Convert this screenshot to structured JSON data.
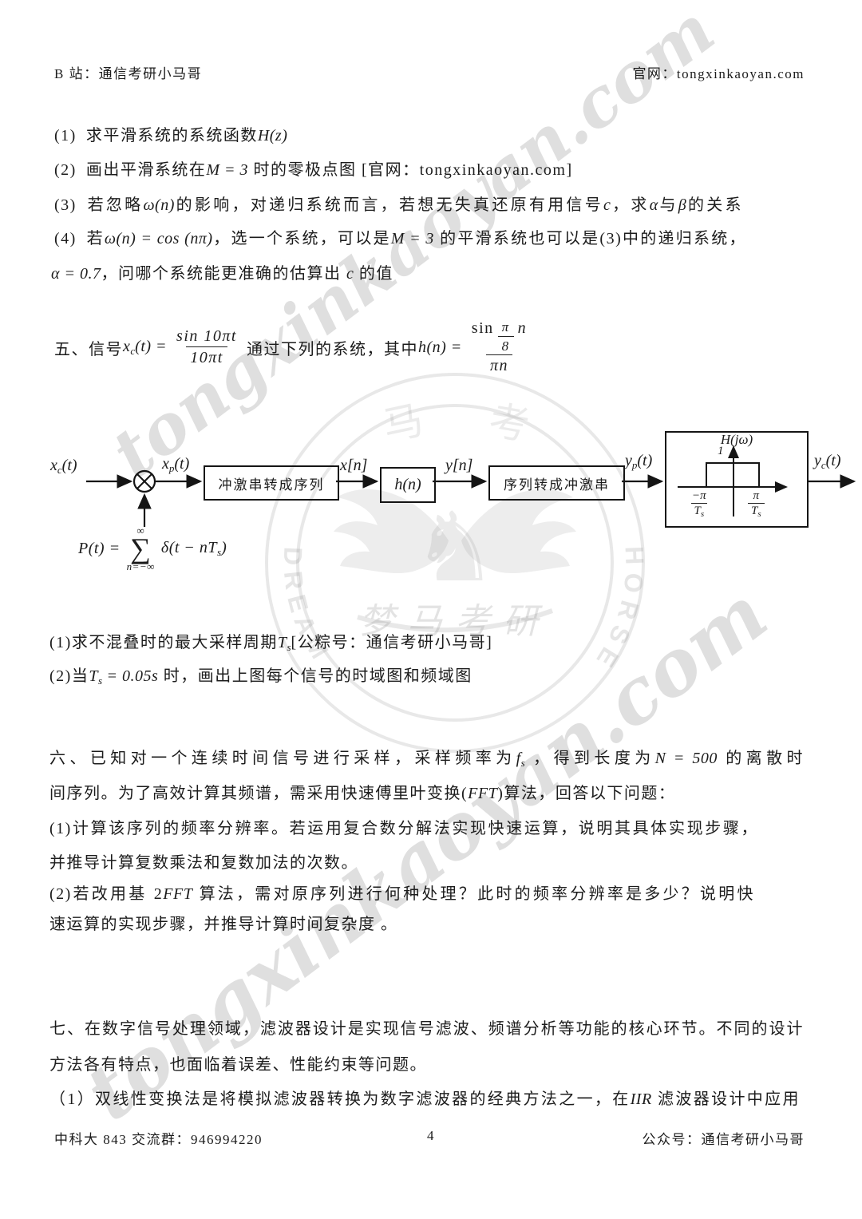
{
  "header": {
    "left": "B 站：通信考研小马哥",
    "right": "官网：tongxinkaoyan.com"
  },
  "watermark": {
    "text": "tongxinkaoyan.com",
    "ring_left": "D R E A M",
    "ring_right": "H O R S E",
    "char1": "马",
    "char2": "考",
    "script": "梦马考研",
    "color": "#d9d9d9"
  },
  "items": {
    "i1": {
      "num": "(1)",
      "a": "求平滑系统的系统函数",
      "m": "H(z)"
    },
    "i2": {
      "num": "(2)",
      "a": "画出平滑系统在",
      "m": "M = 3",
      "b": " 时的零极点图 [官网：tongxinkaoyan.com]"
    },
    "i3": {
      "num": "(3)",
      "a": "若忽略",
      "m1": "ω(n)",
      "b": "的影响，对递归系统而言，若想无失真还原有用信号",
      "m2": "c",
      "c": "，求",
      "m3": "α",
      "d": "与",
      "m4": "β",
      "e": "的关系"
    },
    "i4": {
      "num": "(4)",
      "a": "若",
      "m1": "ω(n) = cos (nπ)",
      "b": "，选一个系统，可以是",
      "m2": "M = 3",
      "c": " 的平滑系统也可以是(3)中的递归系统，"
    },
    "i4b": {
      "m1": "α = 0.7",
      "a": "，问哪个系统能更准确的估算出 ",
      "m2": "c",
      "b": " 的值"
    }
  },
  "s5": {
    "lead": "五、信号",
    "x": "x",
    "xsub": "c",
    "xrest": "(t) =",
    "f1num": "sin 10πt",
    "f1den": "10πt",
    "mid": "通过下列的系统，其中",
    "h": "h(n) =",
    "f2sin": "sin",
    "f2num": "π",
    "f2den": "8",
    "f2n": "n",
    "f2den2": "πn"
  },
  "diagram": {
    "xc": {
      "base": "x",
      "sub": "c",
      "rest": "(t)"
    },
    "xp": {
      "base": "x",
      "sub": "p",
      "rest": "(t)"
    },
    "xn": "x[n]",
    "yn": "y[n]",
    "yp": {
      "base": "y",
      "sub": "p",
      "rest": "(t)"
    },
    "yc": {
      "base": "y",
      "sub": "c",
      "rest": "(t)"
    },
    "box1": "冲激串转成序列",
    "box2": "h(n)",
    "box3": "序列转成冲激串",
    "pt": {
      "lhs": "P(t) =",
      "inf": "∞",
      "sigma": "∑",
      "lower": "n=−∞",
      "ra": "δ(t − nT",
      "rsub": "s",
      "rb": ")"
    },
    "filter": {
      "title": "H(jω)",
      "one": "1",
      "lnum": "−π",
      "ldb": "T",
      "lds": "s",
      "rnum": "π",
      "rdb": "T",
      "rds": "s"
    }
  },
  "s5q": {
    "q1": {
      "a": "(1)求不混叠时的最大采样周期",
      "t": "T",
      "ts": "s",
      "b": "[公粽号：通信考研小马哥]"
    },
    "q2": {
      "a": "(2)当",
      "t": "T",
      "ts": "s",
      "m": " = 0.05s",
      "b": " 时，画出上图每个信号的时域图和频域图"
    }
  },
  "s6": {
    "l1a": "六、已知对一个连续时间信号进行采样，采样频率为",
    "f": "f",
    "fs": "s",
    "l1b": " ，得到长度为",
    "l1m": "N = 500",
    "l1c": " 的离散时",
    "l2a": "间序列。为了高效计算其频谱，需采用快速傅里叶变换(",
    "l2m": "FFT",
    "l2b": ")算法，回答以下问题：",
    "q1l1": "(1)计算该序列的频率分辨率。若运用复合数分解法实现快速运算，说明其具体实现步骤，",
    "q1l2": "并推导计算复数乘法和复数加法的次数。",
    "q2l1a": "(2)若改用基 2",
    "q2m": "FFT",
    "q2l1b": " 算法，需对原序列进行何种处理？此时的频率分辨率是多少？说明快",
    "q2l2": "速运算的实现步骤，并推导计算时间复杂度 。"
  },
  "s7": {
    "l1": "七、在数字信号处理领域，滤波器设计是实现信号滤波、频谱分析等功能的核心环节。不同的设计",
    "l2": "方法各有特点，也面临着误差、性能约束等问题。",
    "l3a": "（1）双线性变换法是将模拟滤波器转换为数字滤波器的经典方法之一，在",
    "l3m": "IIR",
    "l3b": " 滤波器设计中应用"
  },
  "footer": {
    "left": "中科大 843 交流群：946994220",
    "page": "4",
    "right": "公众号：通信考研小马哥"
  }
}
